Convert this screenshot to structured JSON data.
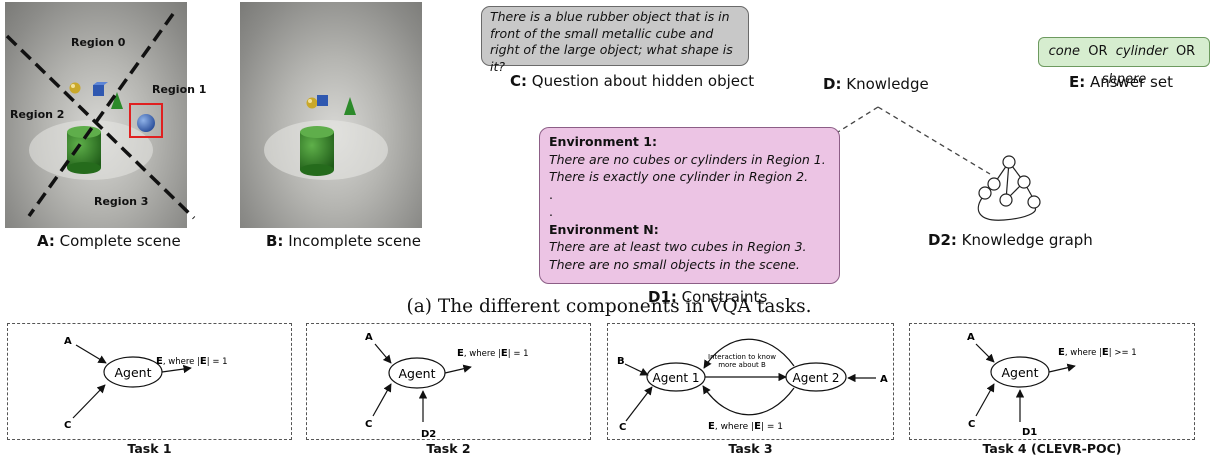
{
  "scene_a": {
    "regions": [
      "Region 0",
      "Region 1",
      "Region 2",
      "Region 3"
    ],
    "caption_letter": "A:",
    "caption_text": "Complete scene"
  },
  "scene_b": {
    "caption_letter": "B:",
    "caption_text": "Incomplete scene"
  },
  "question": {
    "text": "There is a blue rubber object that is in front of the small metallic cube and right of the large object; what shape is it?",
    "caption_letter": "C:",
    "caption_text": "Question about hidden object"
  },
  "knowledge": {
    "caption_letter": "D:",
    "caption_text": "Knowledge"
  },
  "answer_set": {
    "options": [
      "cone",
      "cylinder",
      "shpere"
    ],
    "separator": "OR",
    "caption_letter": "E:",
    "caption_text": "Answer set"
  },
  "constraints": {
    "env1_title": "Environment 1:",
    "env1_lines": [
      "There are no cubes or cylinders in Region 1.",
      "There is exactly one cylinder in Region 2."
    ],
    "dots": [
      ".",
      "."
    ],
    "envN_title": "Environment N:",
    "envN_lines": [
      "There are at least two cubes in Region 3.",
      "There are no small objects in the scene."
    ],
    "caption_letter": "D1:",
    "caption_text": "Constraints"
  },
  "knowledge_graph": {
    "caption_letter": "D2:",
    "caption_text": "Knowledge graph"
  },
  "subcaption": "(a) The different components in VQA tasks.",
  "tasks": [
    {
      "label": "Task 1",
      "agent": "Agent",
      "in1": "A",
      "in2": "C",
      "out_bold": "E",
      "out_text": ", where |",
      "out_bold2": "E",
      "out_tail": "| = 1"
    },
    {
      "label": "Task 2",
      "agent": "Agent",
      "in1": "A",
      "in2": "C",
      "in3": "D2",
      "out_bold": "E",
      "out_text": ", where |",
      "out_bold2": "E",
      "out_tail": "| = 1"
    },
    {
      "label": "Task 3",
      "agent1": "Agent 1",
      "agent2": "Agent 2",
      "in1": "B",
      "in2": "C",
      "in3": "A",
      "interaction_l1": "Interaction to know",
      "interaction_l2": "more about B",
      "out_bold": "E",
      "out_text": ", where |",
      "out_bold2": "E",
      "out_tail": "| = 1"
    },
    {
      "label": "Task 4 (CLEVR-POC)",
      "agent": "Agent",
      "in1": "A",
      "in2": "C",
      "in3": "D1",
      "out_bold": "E",
      "out_text": ", where |",
      "out_bold2": "E",
      "out_tail": "| >= 1"
    }
  ]
}
